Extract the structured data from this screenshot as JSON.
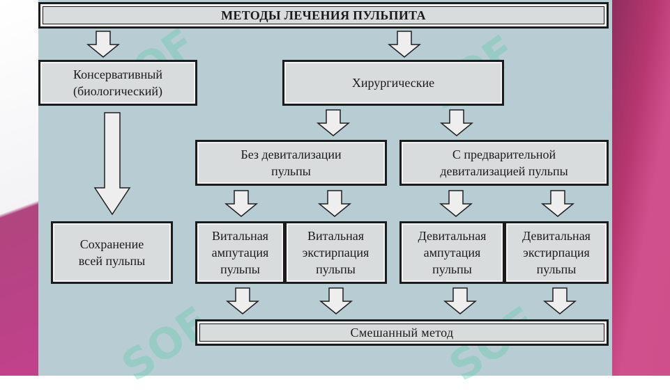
{
  "title": "МЕТОДЫ ЛЕЧЕНИЯ ПУЛЬПИТА",
  "conservative": "Консервативный\n(биологический)",
  "surgical": "Хирургические",
  "preservation": "Сохранение\nвсей пульпы",
  "without_devitalization": "Без девитализации\nпульпы",
  "with_devitalization": "С предварительной\nдевитализацией пульпы",
  "vital_amputation": "Витальная\nампутация\nпульпы",
  "vital_extirpation": "Витальная\nэкстирпация\nпульпы",
  "devital_amputation": "Девитальная\nампутация\nпульпы",
  "devital_extirpation": "Девитальная\nэкстирпация\nпульпы",
  "mixed_method": "Смешанный метод",
  "watermark": "SOF",
  "colors": {
    "panel": "#b8cdd3",
    "box": "#d9dcdd",
    "border": "#1b1b1b",
    "magenta": "#c2407e"
  }
}
